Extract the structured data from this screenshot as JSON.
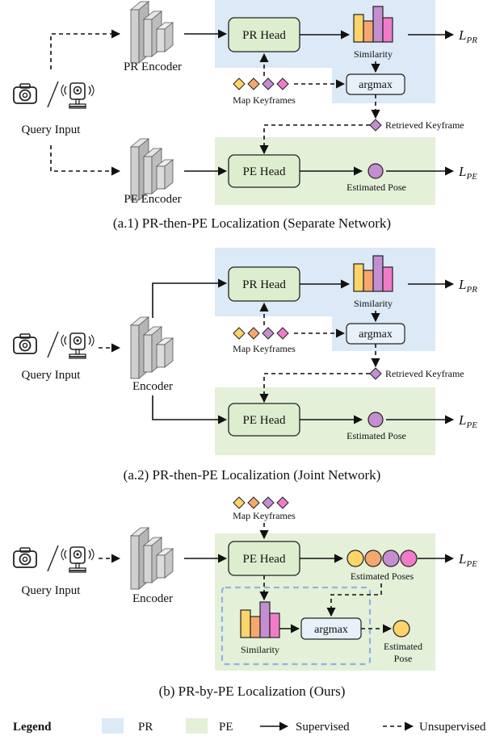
{
  "section_a1": {
    "caption": "(a.1) PR-then-PE Localization (Separate Network)",
    "pr_encoder": "PR Encoder",
    "pe_encoder": "PE Encoder",
    "pr_head": "PR Head",
    "pe_head": "PE Head",
    "similarity": "Similarity",
    "argmax": "argmax",
    "map_keyframes": "Map Keyframes",
    "retrieved_keyframe": "Retrieved Keyframe",
    "estimated_pose": "Estimated Pose",
    "query_input": "Query Input",
    "loss_pr_base": "L",
    "loss_pr_sub": "PR",
    "loss_pe_base": "L",
    "loss_pe_sub": "PE"
  },
  "section_a2": {
    "caption": "(a.2) PR-then-PE Localization (Joint Network)",
    "encoder": "Encoder",
    "pr_head": "PR Head",
    "pe_head": "PE Head",
    "similarity": "Similarity",
    "argmax": "argmax",
    "map_keyframes": "Map Keyframes",
    "retrieved_keyframe": "Retrieved Keyframe",
    "estimated_pose": "Estimated Pose",
    "query_input": "Query Input",
    "loss_pr_base": "L",
    "loss_pr_sub": "PR",
    "loss_pe_base": "L",
    "loss_pe_sub": "PE"
  },
  "section_b": {
    "caption": "(b) PR-by-PE Localization (Ours)",
    "encoder": "Encoder",
    "pe_head": "PE Head",
    "similarity": "Similarity",
    "argmax": "argmax",
    "map_keyframes": "Map Keyframes",
    "estimated_poses": "Estimated Poses",
    "estimated_pose_line1": "Estimated",
    "estimated_pose_line2": "Pose",
    "query_input": "Query Input",
    "loss_pe_base": "L",
    "loss_pe_sub": "PE"
  },
  "legend": {
    "title": "Legend",
    "pr": "PR",
    "pe": "PE",
    "supervised": "Supervised",
    "unsupervised": "Unsupervised"
  },
  "colors": {
    "pr_region": "#dce9f6",
    "pe_region": "#e4f0d8",
    "bar_yellow": "#fcd46a",
    "bar_orange": "#f4a870",
    "bar_purple": "#c48fd0",
    "bar_pink": "#f07cc8",
    "pose_circle": "#c48fd0",
    "dashed_frame": "#8fb4dc"
  }
}
